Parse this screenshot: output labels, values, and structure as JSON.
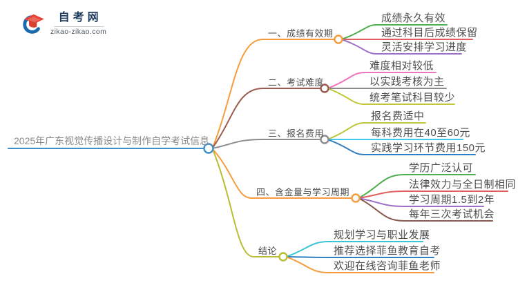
{
  "logo": {
    "site_name": "自考网",
    "site_url": "zikao-zikao.com",
    "colors": {
      "navy": "#1c3a5e",
      "cap_red": "#e8463a",
      "cap_red_dark": "#d8412f",
      "crescent_blue": "#1a6ab0"
    }
  },
  "mindmap": {
    "root": {
      "label": "2025年广东视觉传播设计与制作自学考试信息",
      "color": "#3f8fcc",
      "text_color": "#8a8a8a",
      "text": [
        20,
        197
      ],
      "underline": [
        12,
        296,
        215
      ],
      "circle": [
        302,
        215
      ]
    },
    "branches": [
      {
        "label": "一、成绩有效期",
        "color": "#f79b3d",
        "text": [
          388,
          42
        ],
        "underline": [
          381,
          484,
          57
        ],
        "circle": [
          490,
          57
        ],
        "children": [
          {
            "label": "成绩永久有效",
            "color": "#4fae50",
            "text": [
              552,
              19
            ],
            "underline": [
              545,
              647,
              36
            ]
          },
          {
            "label": "通过科目后成绩保留",
            "color": "#df5f5f",
            "text": [
              552,
              40
            ],
            "underline": [
              545,
              684,
              57
            ]
          },
          {
            "label": "灵活安排学习进度",
            "color": "#9e6fc8",
            "text": [
              552,
              61
            ],
            "underline": [
              545,
              668,
              78
            ]
          }
        ]
      },
      {
        "label": "二、考试难度",
        "color": "#9b5a50",
        "text": [
          388,
          113
        ],
        "underline": [
          381,
          464,
          128
        ],
        "circle": [
          470,
          128
        ],
        "children": [
          {
            "label": "难度相对较低",
            "color": "#ee74bb",
            "text": [
              535,
              88
            ],
            "underline": [
              528,
              631,
              105
            ]
          },
          {
            "label": "以实践考核为主",
            "color": "#8c8c8c",
            "text": [
              535,
              111
            ],
            "underline": [
              528,
              646,
              128
            ]
          },
          {
            "label": "统考笔试科目较少",
            "color": "#c0c63a",
            "text": [
              535,
              134
            ],
            "underline": [
              528,
              658,
              151
            ]
          }
        ]
      },
      {
        "label": "三、报名费用",
        "color": "#8c8c8c",
        "text": [
          388,
          187
        ],
        "underline": [
          381,
          464,
          202
        ],
        "circle": [
          470,
          202
        ],
        "children": [
          {
            "label": "报名费适中",
            "color": "#c0c63a",
            "text": [
              537,
              161
            ],
            "underline": [
              528,
              616,
              178
            ]
          },
          {
            "label": "每科费用在40至60元",
            "color": "#3ec9f0",
            "text": [
              537,
              185
            ],
            "underline": [
              528,
              670,
              202
            ]
          },
          {
            "label": "实践学习环节费用150元",
            "color": "#2f7fc1",
            "text": [
              537,
              207
            ],
            "underline": [
              528,
              688,
              224
            ]
          }
        ]
      },
      {
        "label": "四、含金量与学习周期",
        "color": "#f79b3d",
        "text": [
          371,
          272
        ],
        "underline": [
          364,
          509,
          287
        ],
        "circle": [
          515,
          287
        ],
        "children": [
          {
            "label": "学历广泛认可",
            "color": "#4fae50",
            "text": [
              592,
              236
            ],
            "underline": [
              585,
              688,
              253
            ]
          },
          {
            "label": "法律效力与全日制相同",
            "color": "#df5f5f",
            "text": [
              592,
              260
            ],
            "underline": [
              585,
              735,
              277
            ]
          },
          {
            "label": "学习周期1.5到2年",
            "color": "#9e6fc8",
            "text": [
              592,
              282
            ],
            "underline": [
              585,
              700,
              299
            ]
          },
          {
            "label": "每年三次考试机会",
            "color": "#8a5a50",
            "text": [
              592,
              303
            ],
            "underline": [
              585,
              713,
              320
            ]
          }
        ]
      },
      {
        "label": "结论",
        "color": "#b8bd32",
        "text": [
          374,
          357
        ],
        "underline": [
          367,
          404,
          372
        ],
        "circle": [
          410,
          372
        ],
        "children": [
          {
            "label": "规划学习与职业发展",
            "color": "#3bc3d6",
            "text": [
              483,
              333
            ],
            "underline": [
              476,
              612,
              350
            ]
          },
          {
            "label": "推荐选择菲鱼教育自考",
            "color": "#2f7fc1",
            "text": [
              483,
              356
            ],
            "underline": [
              476,
              628,
              373
            ]
          },
          {
            "label": "欢迎在线咨询菲鱼老师",
            "color": "#f79b3d",
            "text": [
              483,
              378
            ],
            "underline": [
              476,
              628,
              395
            ]
          }
        ]
      }
    ]
  }
}
